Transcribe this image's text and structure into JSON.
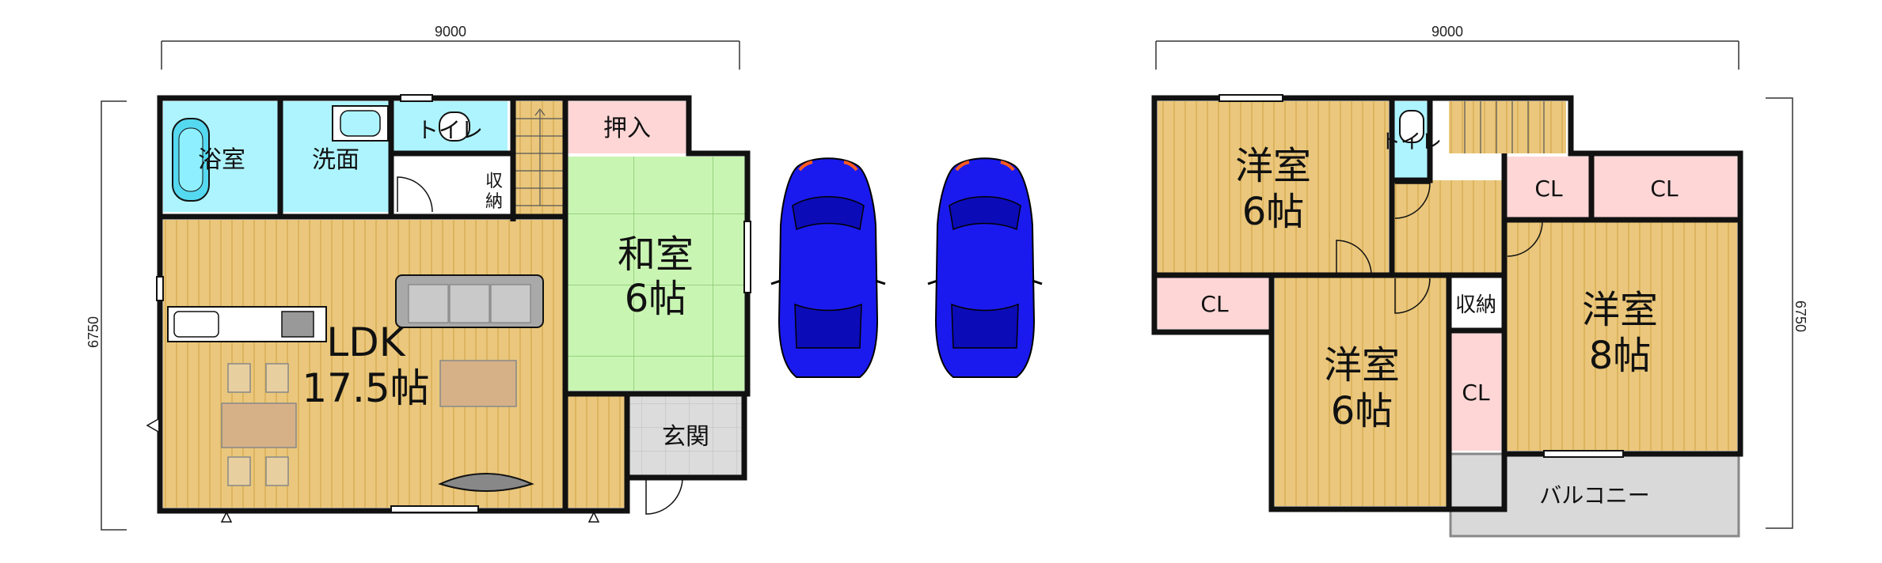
{
  "dimensions": {
    "floor1_width": "9000",
    "floor1_depth": "6750",
    "floor2_width": "9000",
    "floor2_depth": "6750"
  },
  "floor1": {
    "rooms": {
      "bath": "浴室",
      "washroom": "洗面",
      "toilet": "トイレ",
      "storage": "収納",
      "closet": "押入",
      "washitsu_name": "和室",
      "washitsu_size": "6帖",
      "ldk_name": "LDK",
      "ldk_size": "17.5帖",
      "entrance": "玄関"
    }
  },
  "floor2": {
    "rooms": {
      "west_room_name": "洋室",
      "west_room_size": "6帖",
      "toilet": "トイレ",
      "cl_left": "CL",
      "cl_top1": "CL",
      "cl_top2": "CL",
      "cl_side": "CL",
      "storage": "収納",
      "south_room_name": "洋室",
      "south_room_size": "6帖",
      "east_room_name": "洋室",
      "east_room_size": "8帖",
      "balcony": "バルコニー"
    }
  },
  "colors": {
    "wood_floor": "#eac77c",
    "tatami": "#c9f5b3",
    "wet_area": "#aef4ff",
    "closet": "#ffd6d6",
    "balcony": "#d9d9d9",
    "entrance_tile": "#dcdcdc",
    "car": "#1a1aee",
    "wall": "#111111"
  }
}
